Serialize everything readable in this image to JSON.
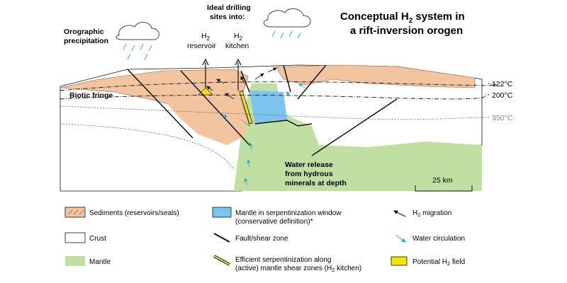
{
  "title": {
    "line1": "Conceptual H",
    "line1_sub": "2",
    "line1_end": " system in",
    "line2": "a rift-inversion orogen"
  },
  "labels": {
    "orographic_1": "Orographic",
    "orographic_2": "precipitation",
    "drilling_1": "Ideal drilling",
    "drilling_2": "sites into:",
    "h2_reservoir_h": "H",
    "h2_reservoir_sub": "2",
    "h2_reservoir_word": "reservoir",
    "h2_kitchen_h": "H",
    "h2_kitchen_sub": "2",
    "h2_kitchen_word": "kitchen",
    "biotic_fringe": "Biotic fringe",
    "water_release_1": "Water release",
    "water_release_2": "from hydrous",
    "water_release_3": "minerals at depth",
    "scale": "25 km"
  },
  "isotherms": [
    "122°C",
    "200°C",
    "350°C"
  ],
  "legend": {
    "sediments": "Sediments (reservoirs/seals)",
    "crust": "Crust",
    "mantle": "Mantle",
    "mantle_window_1": "Mantle in serpentinization window",
    "mantle_window_2": "(conservative definition)*",
    "fault": "Fault/shear zone",
    "efficient_1": "Efficient serpentinization along",
    "efficient_2a": "(active) mantle shear zones (H",
    "efficient_2sub": "2",
    "efficient_2b": " kitchen)",
    "h2_migration_a": "H",
    "h2_migration_sub": "2",
    "h2_migration_b": " migration",
    "water_circulation": "Water circulation",
    "potential_a": "Potential H",
    "potential_sub": "2",
    "potential_b": " field"
  },
  "colors": {
    "sediment": "#f2c4a0",
    "mantle": "#bfe0a2",
    "serpentinization": "#7cc4ee",
    "h2_kitchen": "#f0e020",
    "potential_field": "#f5e600",
    "water_arrow": "#3aa7c4"
  }
}
